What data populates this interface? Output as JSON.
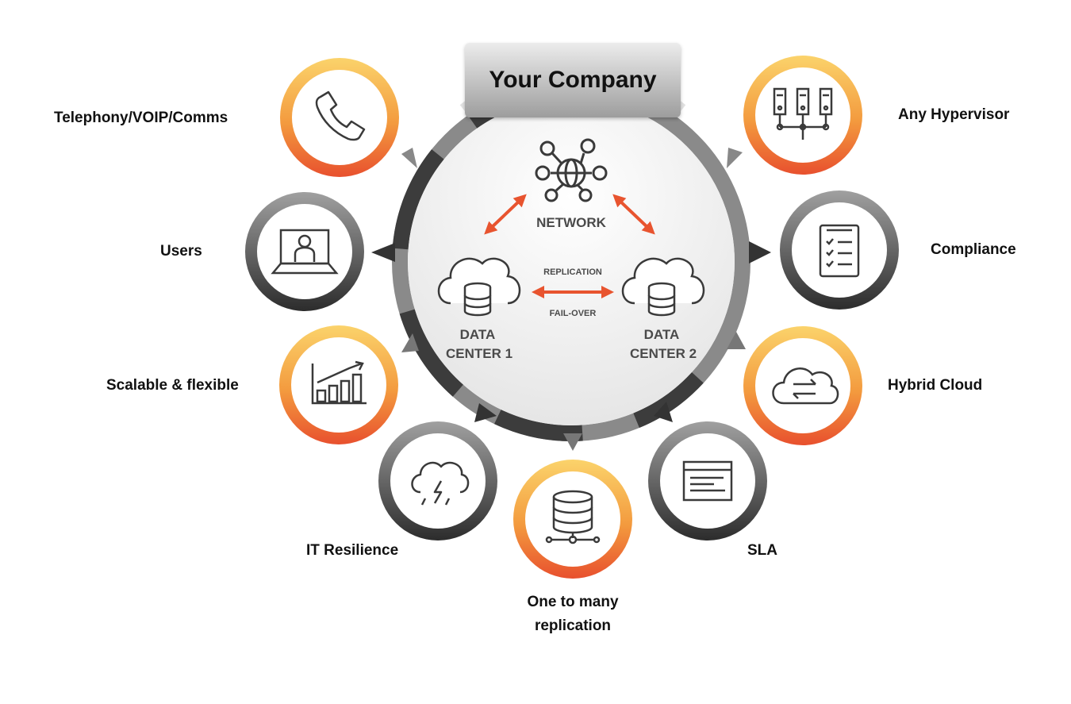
{
  "hub": {
    "title": "Your Company",
    "network_label": "NETWORK",
    "replication_label": "REPLICATION",
    "failover_label": "FAIL-OVER",
    "dc1": [
      "DATA",
      "CENTER 1"
    ],
    "dc2": [
      "DATA",
      "CENTER 2"
    ]
  },
  "nodes": {
    "telephony": {
      "label": "Telephony/VOIP/Comms",
      "icon": "phone-icon",
      "style": "orange"
    },
    "users": {
      "label": "Users",
      "icon": "laptop-user-icon",
      "style": "gray"
    },
    "scalable": {
      "label": "Scalable & flexible",
      "icon": "growth-chart-icon",
      "style": "orange"
    },
    "resilience": {
      "label": "IT Resilience",
      "icon": "storm-cloud-icon",
      "style": "gray"
    },
    "replication": {
      "label": [
        "One to many",
        "replication"
      ],
      "icon": "database-network-icon",
      "style": "orange"
    },
    "sla": {
      "label": "SLA",
      "icon": "document-window-icon",
      "style": "gray"
    },
    "hybrid": {
      "label": "Hybrid Cloud",
      "icon": "cloud-sync-icon",
      "style": "orange"
    },
    "compliance": {
      "label": "Compliance",
      "icon": "checklist-icon",
      "style": "gray"
    },
    "hypervisor": {
      "label": "Any Hypervisor",
      "icon": "servers-icon",
      "style": "orange"
    }
  },
  "colors": {
    "accent": "#e8542f",
    "orange_top": "#fbd26a",
    "orange_bottom": "#e8542f",
    "gray_top": "#9a9a9a",
    "gray_bottom": "#2e2e2e",
    "icon_stroke": "#3a3a3a"
  }
}
